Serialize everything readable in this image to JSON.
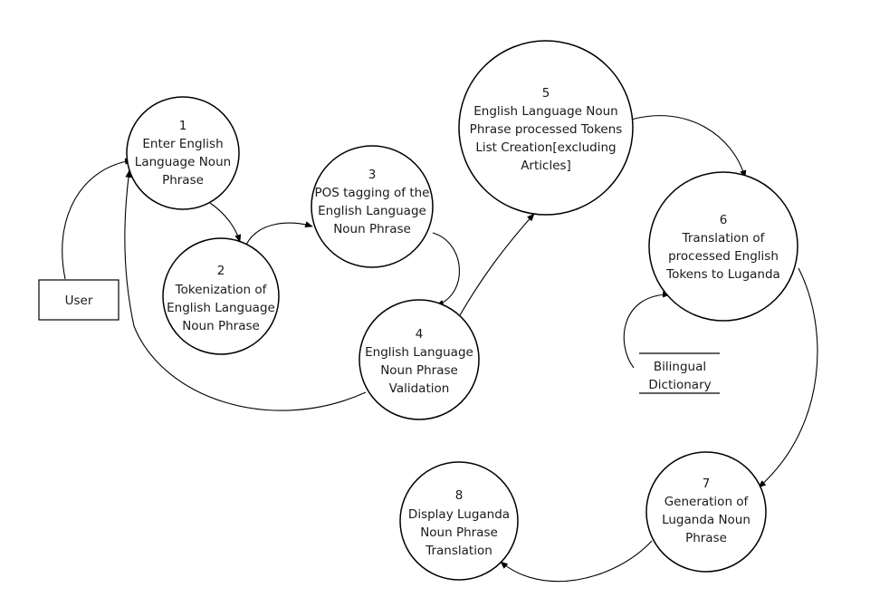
{
  "entities": {
    "user": "User"
  },
  "processes": [
    {
      "id": "p1",
      "number": "1",
      "lines": [
        "Enter English",
        "Language Noun",
        "Phrase"
      ]
    },
    {
      "id": "p2",
      "number": "2",
      "lines": [
        "Tokenization of",
        "English Language",
        "Noun Phrase"
      ]
    },
    {
      "id": "p3",
      "number": "3",
      "lines": [
        "POS tagging of the",
        "English Language",
        "Noun Phrase"
      ]
    },
    {
      "id": "p4",
      "number": "4",
      "lines": [
        "English Language",
        "Noun Phrase",
        "Validation"
      ]
    },
    {
      "id": "p5",
      "number": "5",
      "lines": [
        "English Language Noun",
        "Phrase processed Tokens",
        "List Creation[excluding",
        "Articles]"
      ]
    },
    {
      "id": "p6",
      "number": "6",
      "lines": [
        "Translation of",
        "processed English",
        "Tokens to Luganda"
      ]
    },
    {
      "id": "p7",
      "number": "7",
      "lines": [
        "Generation of",
        "Luganda Noun",
        "Phrase"
      ]
    },
    {
      "id": "p8",
      "number": "8",
      "lines": [
        "Display Luganda",
        "Noun Phrase",
        "Translation"
      ]
    }
  ],
  "data_stores": {
    "dictionary": [
      "Bilingual",
      "Dictionary"
    ]
  },
  "flows": [
    {
      "from": "user",
      "to": "p1"
    },
    {
      "from": "p1",
      "to": "p2"
    },
    {
      "from": "p2",
      "to": "p3"
    },
    {
      "from": "p3",
      "to": "p4"
    },
    {
      "from": "p4",
      "to": "p1"
    },
    {
      "from": "p4",
      "to": "p5"
    },
    {
      "from": "p5",
      "to": "p6"
    },
    {
      "from": "dictionary",
      "to": "p6"
    },
    {
      "from": "p6",
      "to": "p7"
    },
    {
      "from": "p7",
      "to": "p8"
    }
  ]
}
